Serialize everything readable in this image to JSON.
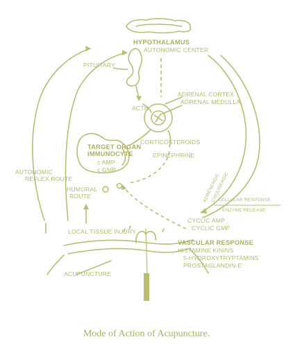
{
  "labels": {
    "hypothalamus": "HYPOTHALAMUS",
    "autonomic_center": "AUTONOMIC CENTER",
    "pituitary": "PITUITARY",
    "acth": "ACTH",
    "adrenal_cortex": "ADRENAL CORTEX",
    "adrenal_medulla": "ADRENAL MEDULLA",
    "corticosteroids": "CORTICOSTEROIDS",
    "epinephrine": "EPINEPHRINE",
    "target_organ_1": "TARGET ORGAN",
    "target_organ_2": "IMMUNOCYTE",
    "camp": "c  AMP",
    "cgmp": "c  GMP",
    "autonomic_reflex_1": "AUTONOMIC",
    "autonomic_reflex_2": "REFLEX ROUTE",
    "humoral_1": "HUMORAL",
    "humoral_2": "ROUTE",
    "adrenergic": "ADRENERGIC",
    "cholinergic": "CHOLINERGIC",
    "cellular_response": "CELLULAR RESPONSE",
    "enzyme_release": "ENZYME RELEASE",
    "cyclic_amp": "CYCLIC AMP",
    "cyclic_gmp": "CYCLIC GMP",
    "local_tissue_injury": "LOCAL TISSUE INJURY",
    "vascular_response": "VASCULAR RESPONSE",
    "histamine_kinins": "HISTAMINE  KININS",
    "hydroxytryptamins": "5-HYDROXYTRYPTAMINS",
    "prostaglandin": "PROSTAGLANDIN-E",
    "acupuncture": "ACUPUNCTURE",
    "caption": "Mode of Action of Acupuncture."
  },
  "colors": {
    "line": "#b7bd72",
    "text": "#b2b86a",
    "caption": "#a9ae62"
  }
}
